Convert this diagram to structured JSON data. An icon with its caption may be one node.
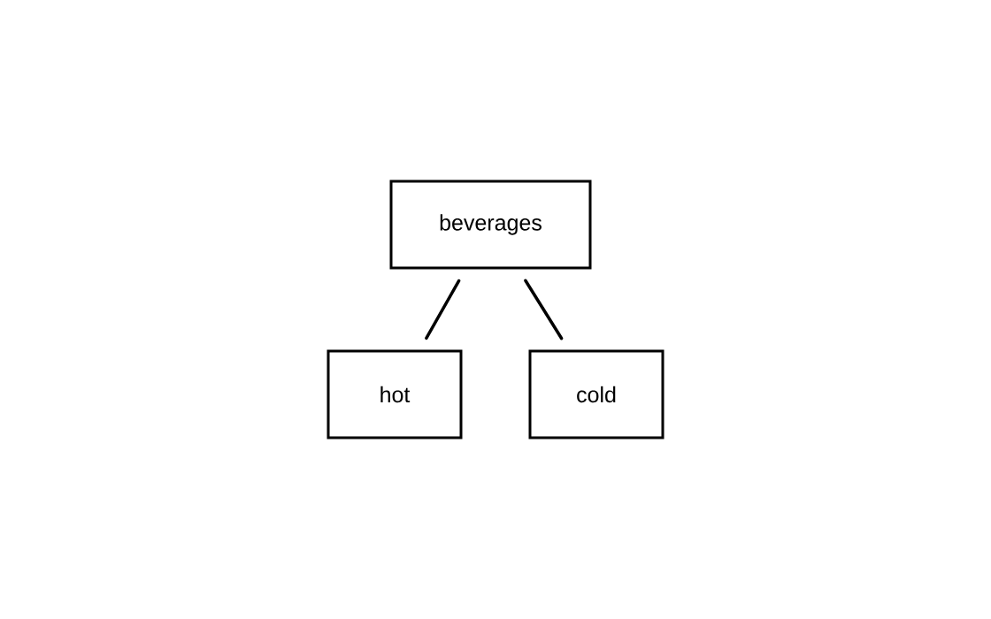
{
  "diagram": {
    "nodes": [
      {
        "text": [
          "beverages"
        ]
      },
      {
        "text": [
          "hot"
        ]
      },
      {
        "text": [
          "cold"
        ]
      }
    ],
    "edges": [
      {
        "from": 0,
        "to": 1,
        "arrow": "none"
      },
      {
        "from": 0,
        "to": 2,
        "arrow": "none"
      }
    ]
  }
}
